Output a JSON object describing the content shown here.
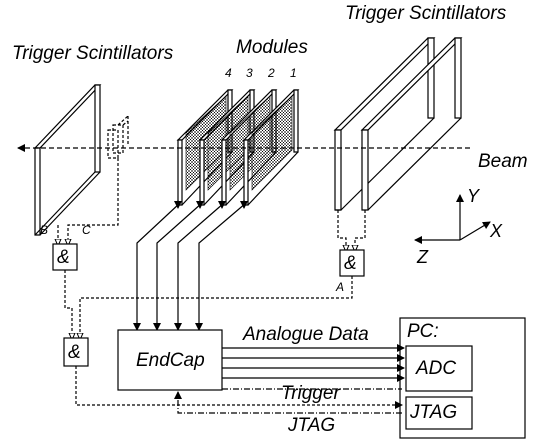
{
  "labels": {
    "trigger_left": "Trigger Scintillators",
    "trigger_right": "Trigger Scintillators",
    "modules": "Modules",
    "module_numbers": [
      "4",
      "3",
      "2",
      "1"
    ],
    "beam": "Beam",
    "axis_y": "Y",
    "axis_x": "X",
    "axis_z": "Z",
    "signal_b": "B",
    "signal_c": "C",
    "signal_a": "A",
    "analogue_data": "Analogue Data",
    "trigger": "Trigger",
    "jtag_line": "JTAG"
  },
  "boxes": {
    "and_left": "&",
    "and_right": "&",
    "and_bottom": "&",
    "endcap": "EndCap",
    "pc": "PC:",
    "adc": "ADC",
    "jtag": "JTAG"
  }
}
